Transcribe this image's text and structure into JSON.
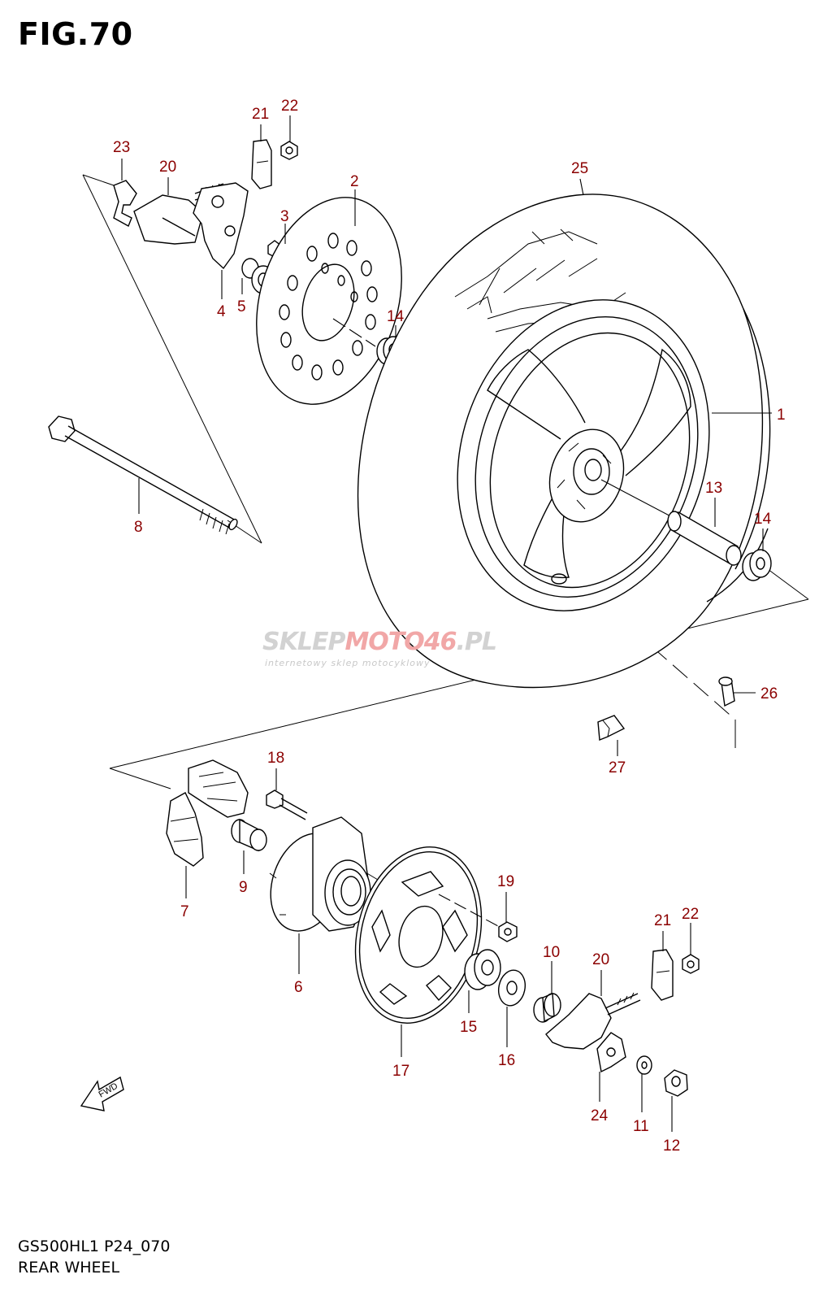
{
  "figure": {
    "title": "FIG.70",
    "model_code": "GS500HL1 P24_070",
    "section_name": "REAR WHEEL"
  },
  "watermark": {
    "brand_gray": "SKLEP",
    "brand_red": "MOTO",
    "brand_tail_red": "46",
    "brand_domain": ".PL",
    "tagline": "internetowy sklep motocyklowy"
  },
  "fwd_arrow": {
    "label": "FWD"
  },
  "callouts": [
    {
      "id": "c1",
      "number": "1"
    },
    {
      "id": "c2",
      "number": "2"
    },
    {
      "id": "c3",
      "number": "3"
    },
    {
      "id": "c4",
      "number": "4"
    },
    {
      "id": "c5",
      "number": "5"
    },
    {
      "id": "c6",
      "number": "6"
    },
    {
      "id": "c7",
      "number": "7"
    },
    {
      "id": "c8",
      "number": "8"
    },
    {
      "id": "c9",
      "number": "9"
    },
    {
      "id": "c10",
      "number": "10"
    },
    {
      "id": "c11",
      "number": "11"
    },
    {
      "id": "c12",
      "number": "12"
    },
    {
      "id": "c13",
      "number": "13"
    },
    {
      "id": "c14a",
      "number": "14"
    },
    {
      "id": "c14b",
      "number": "14"
    },
    {
      "id": "c15",
      "number": "15"
    },
    {
      "id": "c16",
      "number": "16"
    },
    {
      "id": "c17",
      "number": "17"
    },
    {
      "id": "c18",
      "number": "18"
    },
    {
      "id": "c19",
      "number": "19"
    },
    {
      "id": "c20a",
      "number": "20"
    },
    {
      "id": "c20b",
      "number": "20"
    },
    {
      "id": "c21a",
      "number": "21"
    },
    {
      "id": "c21b",
      "number": "21"
    },
    {
      "id": "c22a",
      "number": "22"
    },
    {
      "id": "c22b",
      "number": "22"
    },
    {
      "id": "c23",
      "number": "23"
    },
    {
      "id": "c24",
      "number": "24"
    },
    {
      "id": "c25",
      "number": "25"
    },
    {
      "id": "c26",
      "number": "26"
    },
    {
      "id": "c27",
      "number": "27"
    }
  ],
  "colors": {
    "callout_text": "#8b0000",
    "line_art": "#000000",
    "background": "#ffffff"
  }
}
